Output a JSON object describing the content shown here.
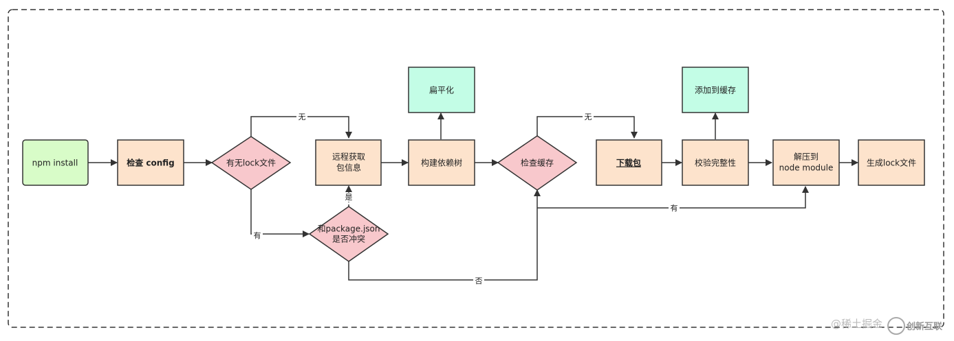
{
  "nodes": {
    "npm_install": "npm install",
    "check_config": "检查 config",
    "has_lock": "有无lock文件",
    "remote_fetch_line1": "远程获取",
    "remote_fetch_line2": "包信息",
    "build_tree": "构建依赖树",
    "flatten": "扁平化",
    "check_cache": "检查缓存",
    "download": "下载包",
    "add_cache": "添加到缓存",
    "verify": "校验完整性",
    "unzip_line1": "解压到",
    "unzip_line2": "node module",
    "gen_lock": "生成lock文件",
    "conflict_line1": "和package.json",
    "conflict_line2": "是否冲突"
  },
  "edge_labels": {
    "no_lock": "无",
    "has_lock": "有",
    "yes_conflict": "是",
    "no_conflict": "否",
    "no_cache": "无",
    "has_cache": "有"
  },
  "watermark": {
    "text1": "@稀土掘金",
    "text2": "创新互联"
  },
  "colors": {
    "green": "#d8fcc8",
    "orange": "#fde3cc",
    "pink": "#f8c8cc",
    "mint": "#c3fde6",
    "stroke": "#333333"
  }
}
